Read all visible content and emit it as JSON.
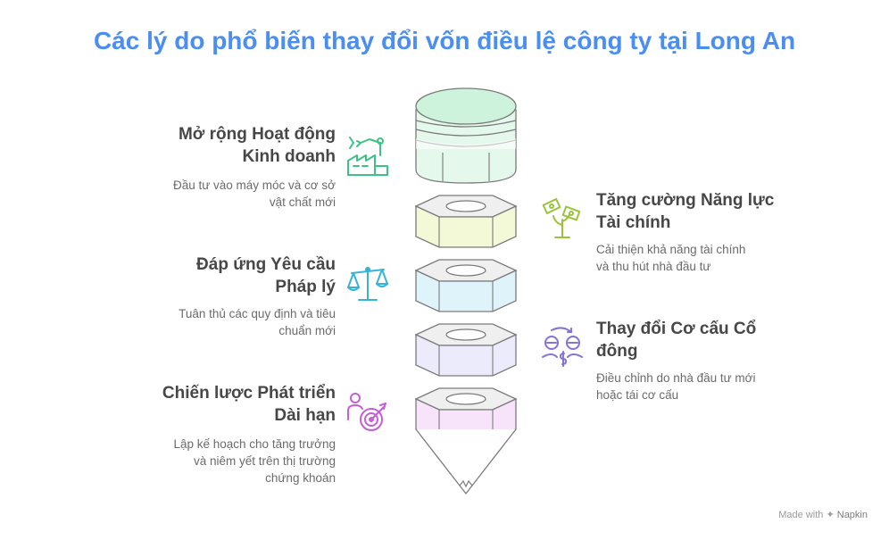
{
  "title": "Các lý do phổ biến thay đổi vốn điều lệ công ty tại Long An",
  "items": [
    {
      "heading_line1": "Mở rộng Hoạt động",
      "heading_line2": "Kinh doanh",
      "desc_line1": "Đầu tư vào máy móc và cơ sở",
      "desc_line2": "vật chất mới",
      "icon": "factory-robot-arm-icon",
      "color": "#3cc383"
    },
    {
      "heading_line1": "Tăng cường Năng lực",
      "heading_line2": "Tài chính",
      "desc_line1": "Cải thiện khả năng tài chính",
      "desc_line2": "và thu hút nhà đầu tư",
      "icon": "money-plant-icon",
      "color": "#9ac33a"
    },
    {
      "heading_line1": "Đáp ứng Yêu cầu",
      "heading_line2": "Pháp lý",
      "desc_line1": "Tuân thủ các quy định và tiêu",
      "desc_line2": "chuẩn mới",
      "icon": "scales-icon",
      "color": "#36b3d6"
    },
    {
      "heading_line1": "Thay đổi Cơ cấu Cổ",
      "heading_line2": "đông",
      "desc_line1": "Điều chỉnh do nhà đầu tư mới",
      "desc_line2": "hoặc tái cơ cấu",
      "icon": "shareholders-exchange-icon",
      "color": "#8472d8"
    },
    {
      "heading_line1": "Chiến lược Phát triển",
      "heading_line2": "Dài hạn",
      "desc_line1": "Lập kế hoạch cho tăng trưởng",
      "desc_line2": "và niêm yết trên thị trường",
      "desc_line3": "chứng khoán",
      "icon": "person-target-icon",
      "color": "#c45fd6"
    }
  ],
  "brand": {
    "prefix": "Made with",
    "name": "Napkin"
  }
}
